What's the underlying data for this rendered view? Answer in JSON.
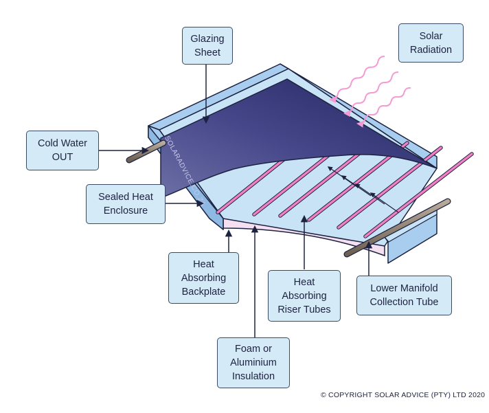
{
  "labels": {
    "glazing_sheet": "Glazing\nSheet",
    "solar_radiation": "Solar\nRadiation",
    "cold_water_out": "Cold Water\nOUT",
    "sealed_heat_enclosure": "Sealed Heat\nEnclosure",
    "heat_absorbing_backplate": "Heat\nAbsorbing\nBackplate",
    "heat_absorbing_riser_tubes": "Heat\nAbsorbing\nRiser Tubes",
    "lower_manifold_collection_tube": "Lower Manifold\nCollection Tube",
    "foam_or_aluminium_insulation": "Foam or\nAluminium\nInsulation"
  },
  "watermark": "SOLARADVICE.CO.ZA",
  "copyright": "© COPYRIGHT SOLAR ADVICE (PTY) LTD 2020",
  "colors": {
    "frame_blue": "#a9cdef",
    "frame_outline": "#1c2240",
    "glazing_dark": "#2e2f6b",
    "riser_tube": "#f07fc4",
    "radiation_wave": "#f59ad3",
    "pipe": "#8b7d6f",
    "label_fill": "#d5eaf7"
  }
}
